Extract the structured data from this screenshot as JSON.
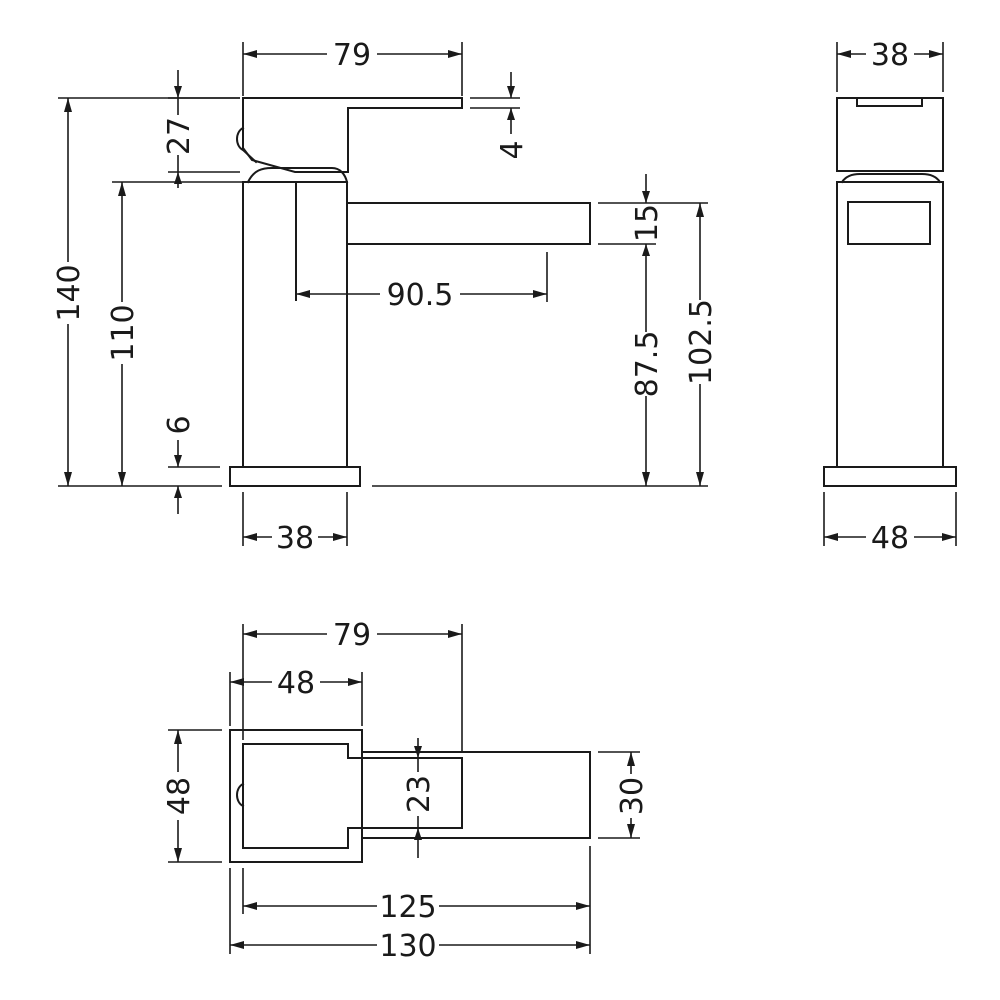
{
  "dimensions": {
    "side_width": "79",
    "handle_height": "27",
    "handle_thickness": "4",
    "overall_height": "140",
    "spout_height": "110",
    "spout_depth": "15",
    "spout_reach": "90.5",
    "spout_underside": "87.5",
    "spout_top": "102.5",
    "base_thickness": "6",
    "body_width": "38",
    "front_width": "38",
    "front_base_width": "48",
    "plan_total_depth": "79",
    "plan_base_depth": "48",
    "plan_width": "48",
    "plan_neck_width": "23",
    "plan_spout_width": "30",
    "plan_reach_short": "125",
    "plan_reach_total": "130"
  }
}
